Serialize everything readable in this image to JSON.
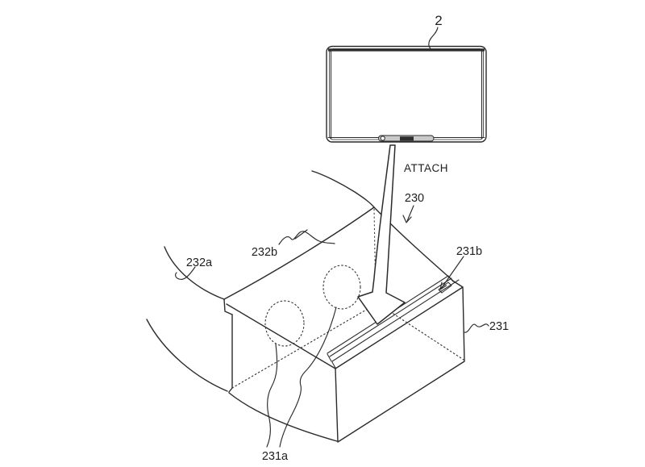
{
  "figure": {
    "kind": "patent-line-drawing",
    "background_color": "#ffffff",
    "line_color": "#2b2b2b",
    "labels": {
      "ref2": {
        "text": "2"
      },
      "attach": {
        "text": "ATTACH"
      },
      "ref230": {
        "text": "230"
      },
      "ref232b": {
        "text": "232b"
      },
      "ref232a": {
        "text": "232a"
      },
      "ref231b": {
        "text": "231b"
      },
      "ref231": {
        "text": "231"
      },
      "ref231a": {
        "text": "231a"
      }
    },
    "parts": {
      "tablet": "game-console-tablet",
      "headset": "vr-goggle-attachment",
      "slot": "console-insertion-slot",
      "lenses": "two-dotted-lens-circles"
    }
  }
}
